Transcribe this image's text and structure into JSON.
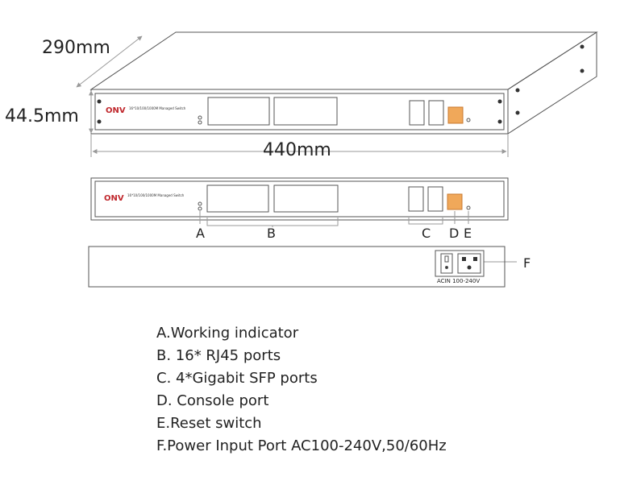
{
  "dimensions": {
    "depth": "290mm",
    "height": "44.5mm",
    "width": "440mm"
  },
  "front_panel": {
    "brand": "ONV",
    "model_line": "16*10/100/1000M Managed Switch"
  },
  "rear_panel": {
    "power_label": "ACIN 100-240V"
  },
  "callouts": {
    "a": "A",
    "b": "B",
    "c": "C",
    "d": "D",
    "e": "E",
    "f": "F"
  },
  "legend": [
    "A.Working indicator",
    "B. 16* RJ45 ports",
    "C. 4*Gigabit SFP ports",
    "D.  Console port",
    "E.Reset switch",
    "F.Power Input Port AC100-240V,50/60Hz"
  ],
  "colors": {
    "line": "#555555",
    "dim_line": "#999999",
    "brand_red": "#c0282d",
    "console_orange": "#f0a85a"
  }
}
